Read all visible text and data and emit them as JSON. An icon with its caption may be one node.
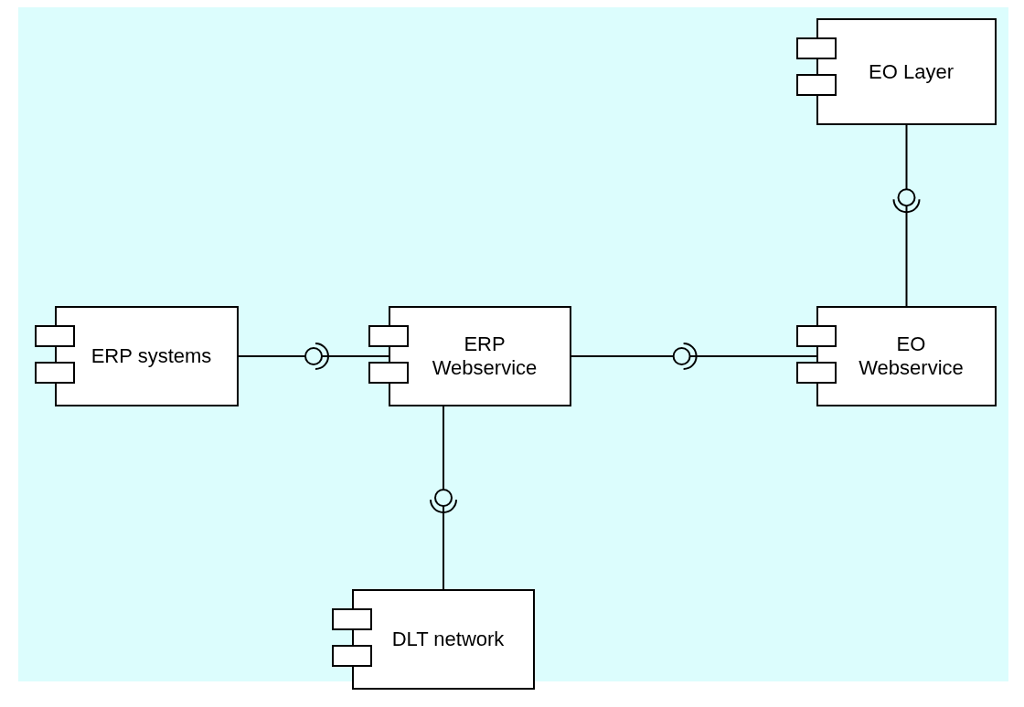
{
  "diagram": {
    "nodes": [
      {
        "text": [
          "EO Layer"
        ]
      },
      {
        "text": [
          "ERP systems"
        ]
      },
      {
        "text": [
          "ERP Webservice"
        ]
      },
      {
        "text": [
          "EO Webservice"
        ]
      },
      {
        "text": [
          "DLT network"
        ]
      }
    ],
    "edges": [
      {
        "from": 1,
        "to": 2,
        "arrow": "none"
      },
      {
        "from": 2,
        "to": 3,
        "arrow": "none"
      },
      {
        "from": 0,
        "to": 3,
        "arrow": "none"
      },
      {
        "from": 2,
        "to": 4,
        "arrow": "none"
      }
    ]
  }
}
